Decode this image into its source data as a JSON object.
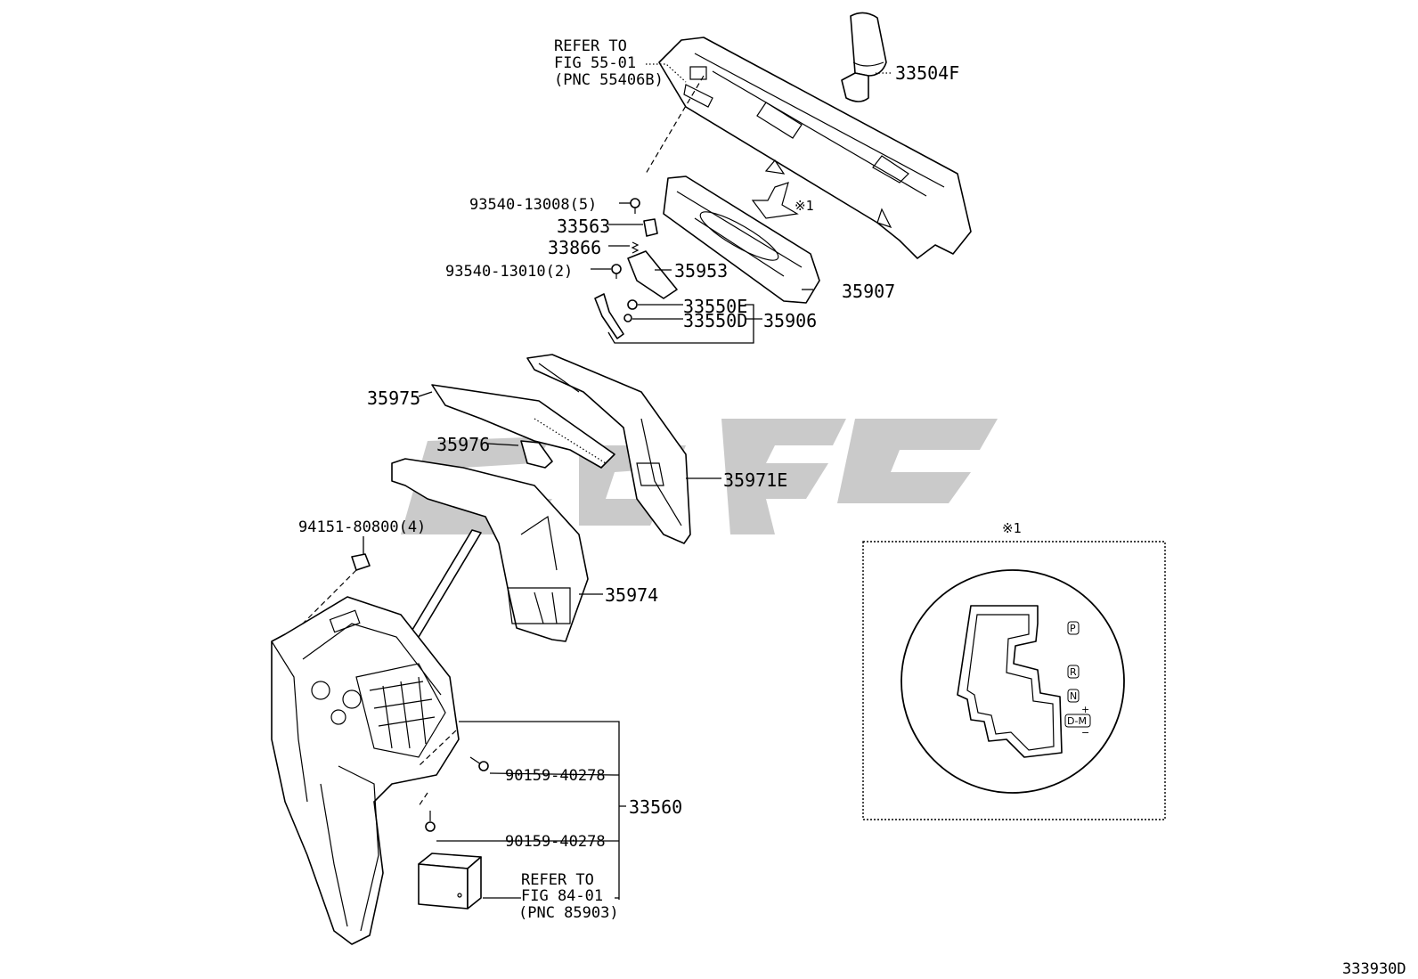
{
  "callouts": {
    "refer_fig55_line1": "REFER TO",
    "refer_fig55_line2": "FIG 55-01",
    "refer_fig55_line3": "(PNC 55406B)",
    "p33504F": "33504F",
    "p93540_13008": "93540-13008(5)",
    "note_marker_arrow": "※1",
    "p33563": "33563",
    "p33866": "33866",
    "p93540_13010": "93540-13010(2)",
    "p35953": "35953",
    "p35907": "35907",
    "p33550E": "33550E",
    "p33550D": "33550D",
    "p35906": "35906",
    "p35975": "35975",
    "p35976": "35976",
    "p35971E": "35971E",
    "p94151": "94151-80800(4)",
    "p35974": "35974",
    "p90159_a": "90159-40278",
    "p90159_b": "90159-40278",
    "p33560": "33560",
    "refer_fig84_line1": "REFER TO",
    "refer_fig84_line2": "FIG 84-01",
    "refer_fig84_line3": "(PNC 85903)"
  },
  "inset": {
    "marker": "※1",
    "gears": {
      "p": "P",
      "r": "R",
      "n": "N",
      "d_m": "D-M",
      "plus": "+",
      "minus": "−"
    }
  },
  "figure_id": "333930D",
  "colors": {
    "line": "#000000",
    "watermark": "#b8b8b8",
    "background": "#ffffff"
  }
}
